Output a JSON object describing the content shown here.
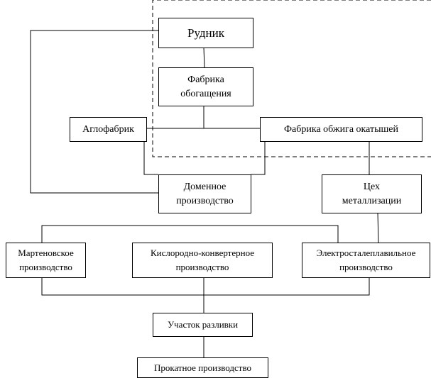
{
  "nodes": {
    "mine": "Рудник",
    "concentrator": "Фабрика\nобогащения",
    "sinter": "Аглофабрик",
    "pellet": "Фабрика обжига окатышей",
    "blast": "Доменное\nпроизводство",
    "metallization": "Цех\nметаллизации",
    "open_hearth": "Мартеновское\nпроизводство",
    "bof": "Кислородно-конвертерное\nпроизводство",
    "eaf": "Электросталеплавильное\nпроизводство",
    "casting": "Участок разливки",
    "rolling": "Прокатное производство"
  }
}
